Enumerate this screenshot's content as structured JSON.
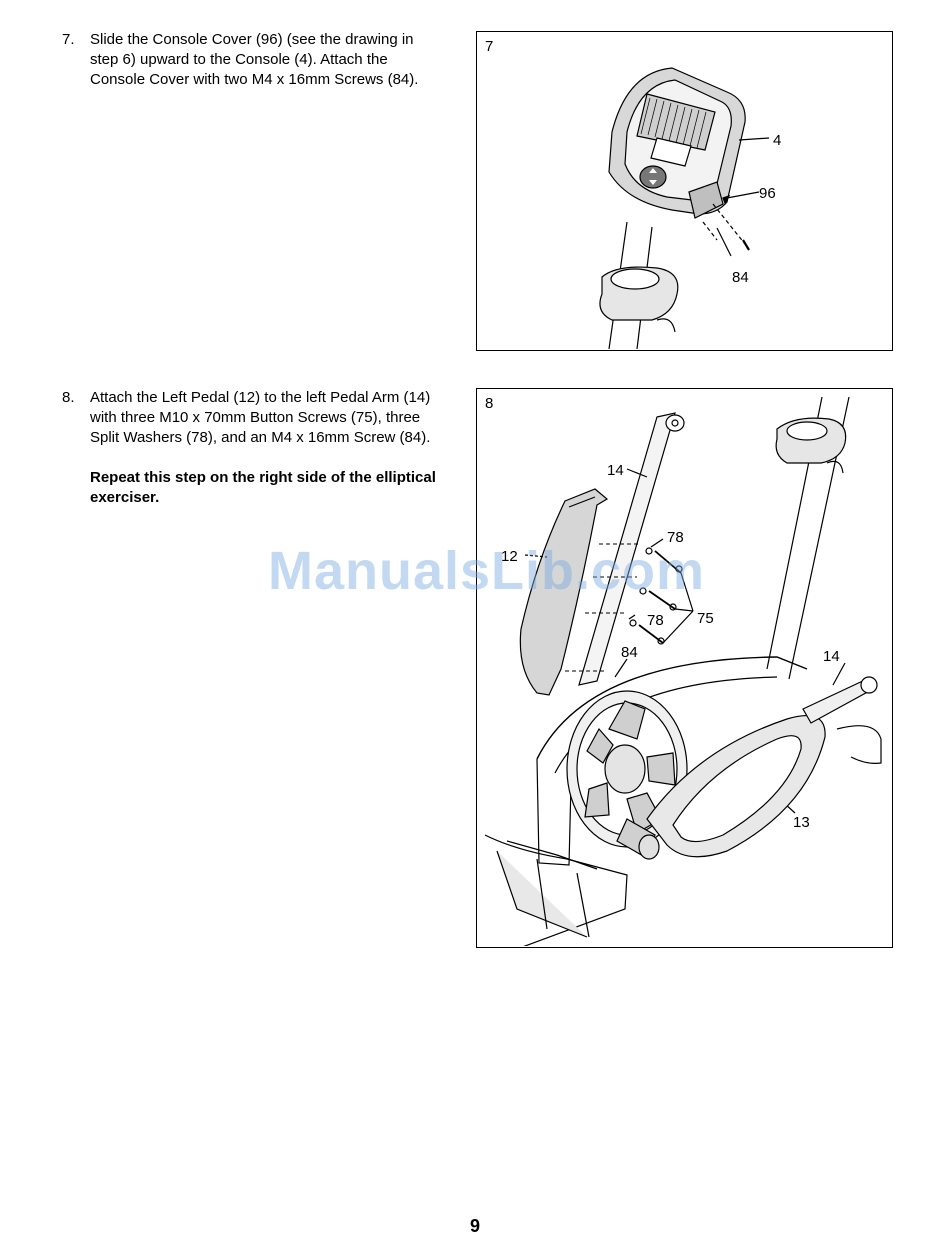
{
  "steps": [
    {
      "number": "7.",
      "text": "Slide the Console Cover (96) (see the drawing in step 6) upward to the Console (4). Attach the Console Cover with two M4 x 16mm Screws (84).",
      "figure_label": "7",
      "callouts": {
        "console": "4",
        "cover": "96",
        "screw": "84"
      }
    },
    {
      "number": "8.",
      "text": "Attach the Left Pedal (12) to the left Pedal Arm (14) with three M10 x 70mm Button Screws (75), three Split Washers (78), and an M4 x 16mm Screw (84).",
      "note": "Repeat this step on the right side of the elliptical exerciser.",
      "figure_label": "8",
      "callouts": {
        "arm_left": "14",
        "washer_top": "78",
        "pedal": "12",
        "washer_bottom": "78",
        "button_screw": "75",
        "screw": "84",
        "arm_right": "14",
        "handle": "13"
      }
    }
  ],
  "watermark": "ManualsLib.com",
  "page_number": "9"
}
